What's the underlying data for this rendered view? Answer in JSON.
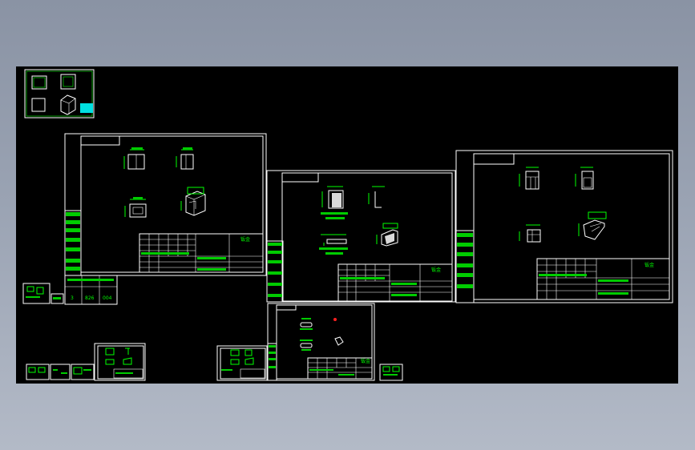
{
  "viewport": {
    "background": "#000000",
    "line_color": "#ffffff",
    "annotation_color": "#00ff00",
    "highlight_color": "#00ffff",
    "accent_color": "#ff2020"
  },
  "sheets": {
    "left": {
      "title_block_label": "钣金",
      "summary_values": [
        "3",
        "826",
        "004"
      ]
    },
    "center": {
      "title_block_label": "钣金"
    },
    "right": {
      "title_block_label": "钣金"
    },
    "bottom": {
      "title_block_label": "钣金"
    }
  }
}
